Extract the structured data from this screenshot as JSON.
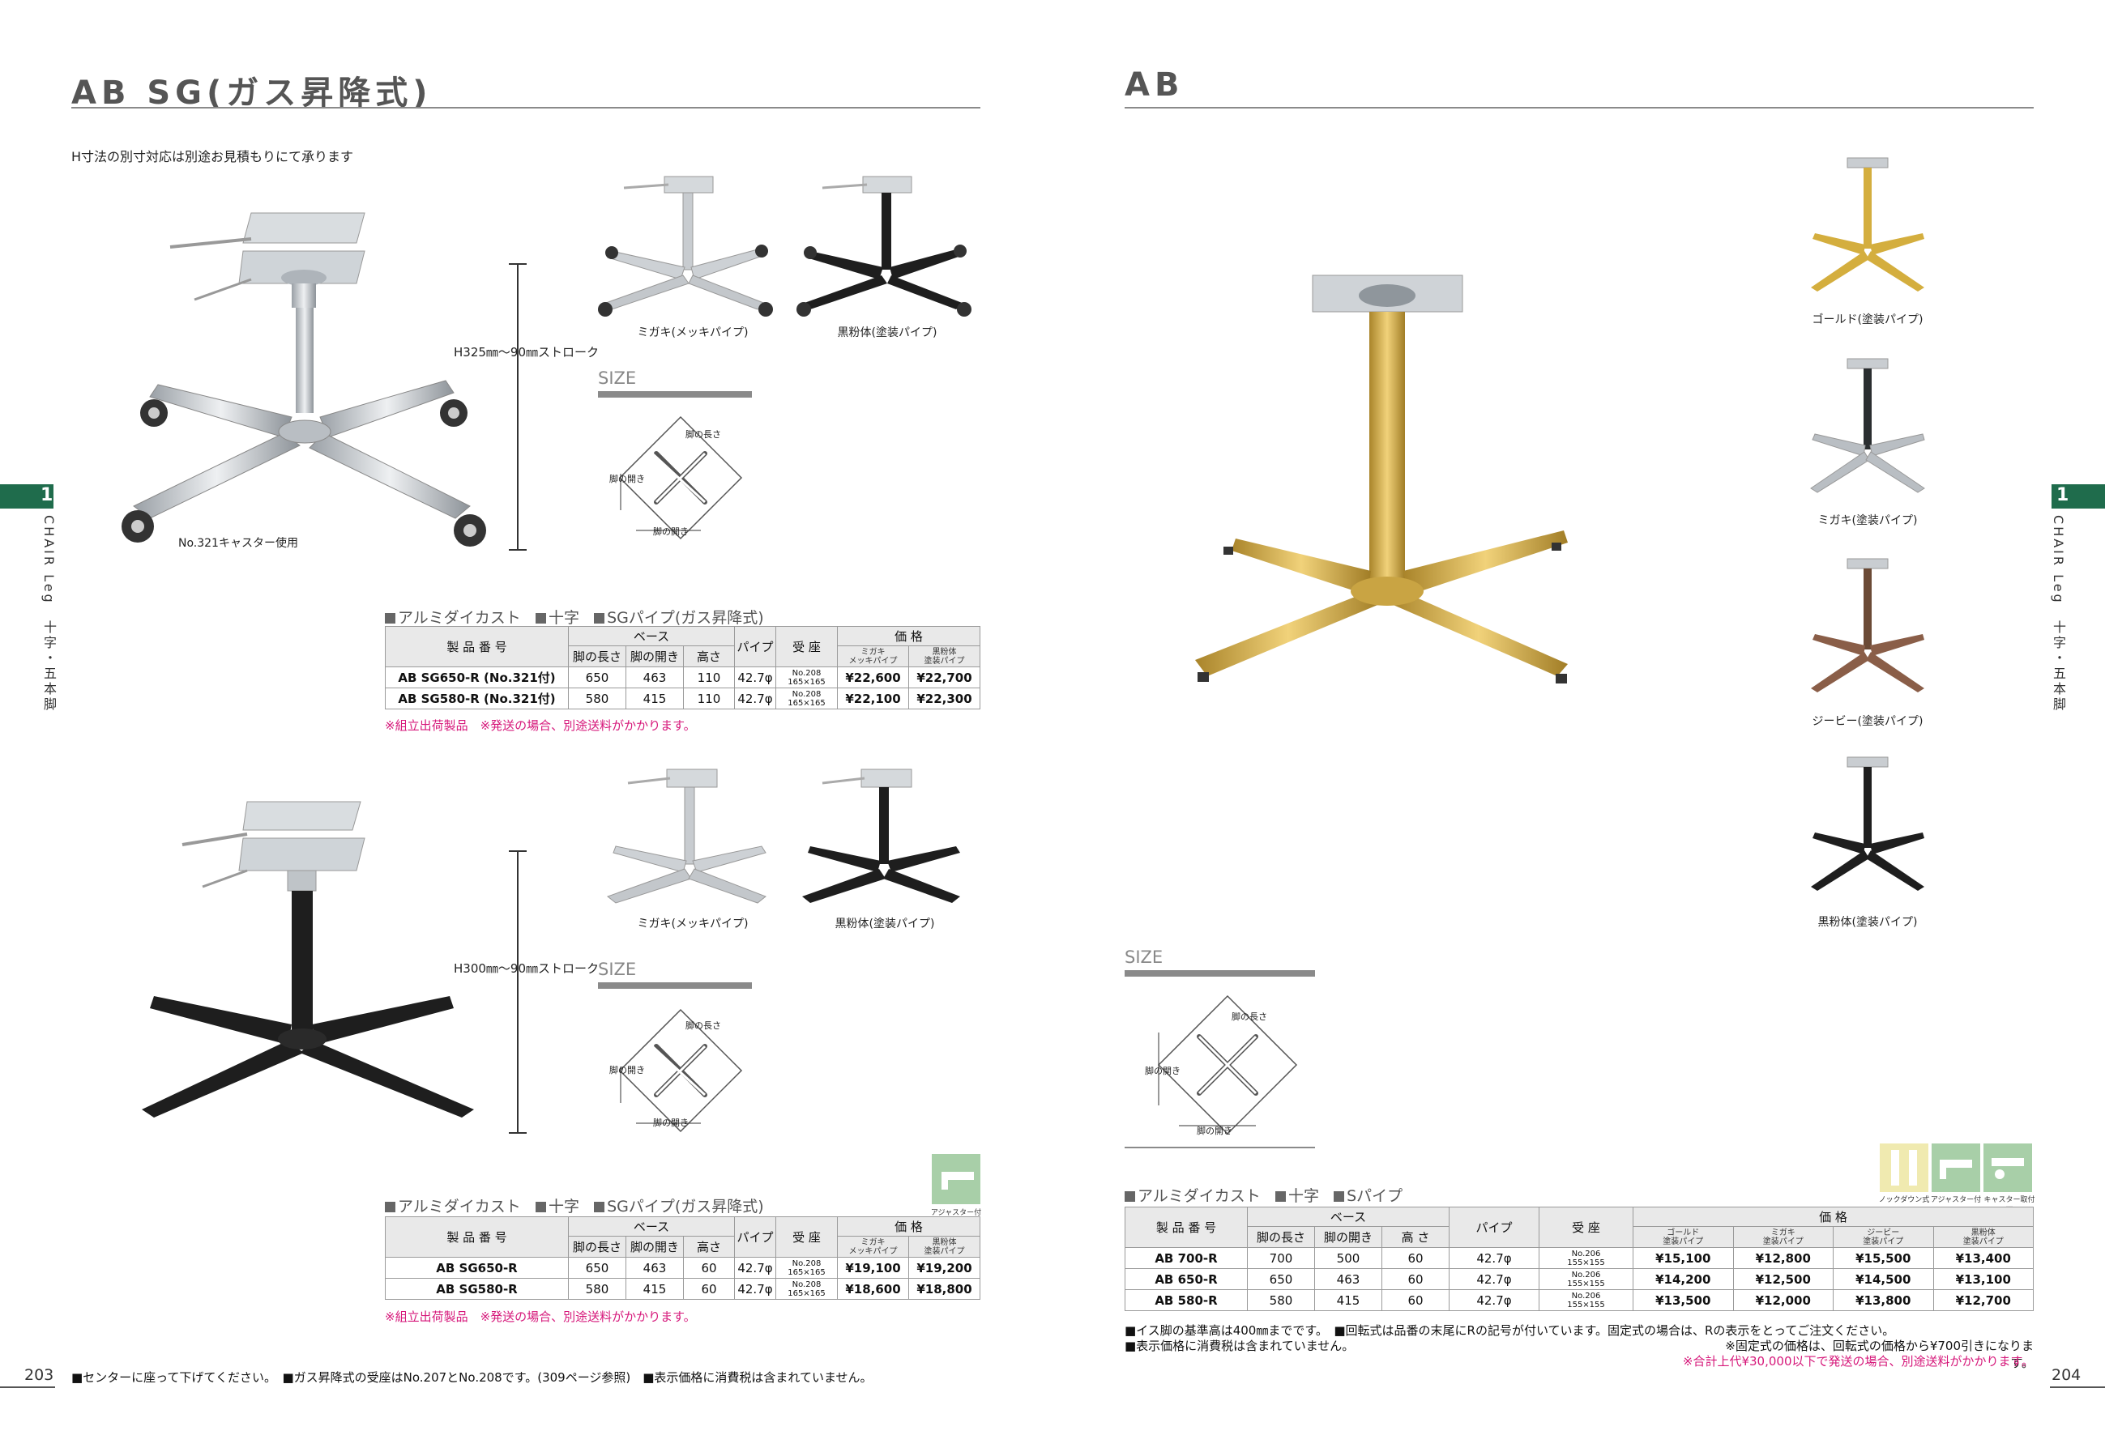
{
  "left": {
    "title": "AB SG(ガス昇降式)",
    "note": "H寸法の別寸対応は別途お見積もりにて承ります",
    "caster_caption": "No.321キャスター使用",
    "dim1": "H325㎜～90㎜ストローク",
    "dim2": "H300㎜～90㎜ストローク",
    "cap_migaki_1": "ミガキ(メッキパイプ)",
    "cap_black_1": "黒粉体(塗装パイプ)",
    "cap_migaki_2": "ミガキ(メッキパイプ)",
    "cap_black_2": "黒粉体(塗装パイプ)",
    "size_label_1": "SIZE",
    "size_label_2": "SIZE",
    "diag_len": "脚の長さ",
    "diag_open": "脚の開き",
    "spec": [
      "アルミダイカスト",
      "十字",
      "SGパイプ(ガス昇降式)"
    ],
    "table_headers": {
      "code": "製 品 番 号",
      "base": "ベース",
      "len": "脚の長さ",
      "open": "脚の開き",
      "height": "高さ",
      "pipe": "パイプ",
      "seat": "受 座",
      "price": "価 格",
      "migaki": "ミガキ\nメッキパイプ",
      "black": "黒粉体\n塗装パイプ"
    },
    "table1": [
      {
        "code": "AB SG650-R (No.321付)",
        "len": "650",
        "open": "463",
        "height": "110",
        "pipe": "42.7φ",
        "seat": "No.208\n165×165",
        "migaki": "¥22,600",
        "black": "¥22,700"
      },
      {
        "code": "AB SG580-R (No.321付)",
        "len": "580",
        "open": "415",
        "height": "110",
        "pipe": "42.7φ",
        "seat": "No.208\n165×165",
        "migaki": "¥22,100",
        "black": "¥22,300"
      }
    ],
    "table2": [
      {
        "code": "AB SG650-R",
        "len": "650",
        "open": "463",
        "height": "60",
        "pipe": "42.7φ",
        "seat": "No.208\n165×165",
        "migaki": "¥19,100",
        "black": "¥19,200"
      },
      {
        "code": "AB SG580-R",
        "len": "580",
        "open": "415",
        "height": "60",
        "pipe": "42.7φ",
        "seat": "No.208\n165×165",
        "migaki": "¥18,600",
        "black": "¥18,800"
      }
    ],
    "pink_note": "※組立出荷製品　※発送の場合、別途送料がかかります。",
    "adjuster_label": "アジャスター付",
    "footer": "■センターに座って下げてください。　■ガス昇降式の受座はNo.207とNo.208です。(309ページ参照)　■表示価格に消費税は含まれていません。",
    "page_number": "203"
  },
  "right": {
    "title": "AB",
    "cap_gold": "ゴールド(塗装パイプ)",
    "cap_migaki": "ミガキ(塗装パイプ)",
    "cap_gb": "ジービー(塗装パイプ)",
    "cap_black": "黒粉体(塗装パイプ)",
    "size_label": "SIZE",
    "diag_len": "脚の長さ",
    "diag_open": "脚の開き",
    "spec": [
      "アルミダイカスト",
      "十字",
      "Sパイプ"
    ],
    "icons": [
      "ノックダウン式",
      "アジャスター付",
      "キャスター取付可"
    ],
    "table_headers": {
      "code": "製 品 番 号",
      "base": "ベース",
      "len": "脚の長さ",
      "open": "脚の開き",
      "height": "高 さ",
      "pipe": "パイプ",
      "seat": "受 座",
      "price": "価 格",
      "gold": "ゴールド\n塗装パイプ",
      "migaki": "ミガキ\n塗装パイプ",
      "gb": "ジービー\n塗装パイプ",
      "black": "黒粉体\n塗装パイプ"
    },
    "table": [
      {
        "code": "AB 700-R",
        "len": "700",
        "open": "500",
        "height": "60",
        "pipe": "42.7φ",
        "seat": "No.206\n155×155",
        "gold": "¥15,100",
        "migaki": "¥12,800",
        "gb": "¥15,500",
        "black": "¥13,400"
      },
      {
        "code": "AB 650-R",
        "len": "650",
        "open": "463",
        "height": "60",
        "pipe": "42.7φ",
        "seat": "No.206\n155×155",
        "gold": "¥14,200",
        "migaki": "¥12,500",
        "gb": "¥14,500",
        "black": "¥13,100"
      },
      {
        "code": "AB 580-R",
        "len": "580",
        "open": "415",
        "height": "60",
        "pipe": "42.7φ",
        "seat": "No.206\n155×155",
        "gold": "¥13,500",
        "migaki": "¥12,000",
        "gb": "¥13,800",
        "black": "¥12,700"
      }
    ],
    "note1": "■イス脚の基準高は400㎜までです。　■回転式は品番の末尾にRの記号が付いています。固定式の場合は、Rの表示をとってご注文ください。",
    "note2": "■表示価格に消費税は含まれていません。",
    "note3": "※固定式の価格は、回転式の価格から¥700引きになります。",
    "pink_note": "※合計上代¥30,000以下で発送の場合、別途送料がかかります。",
    "page_number": "204"
  },
  "side_tab": {
    "number": "1",
    "text": "CHAIR Leg　十字・五本脚"
  },
  "colors": {
    "green_tab": "#1f6c4c",
    "gold": "#d4ae3e",
    "black": "#1e1e1e",
    "silver": "#c8ccd0",
    "pink": "#d6177a"
  }
}
